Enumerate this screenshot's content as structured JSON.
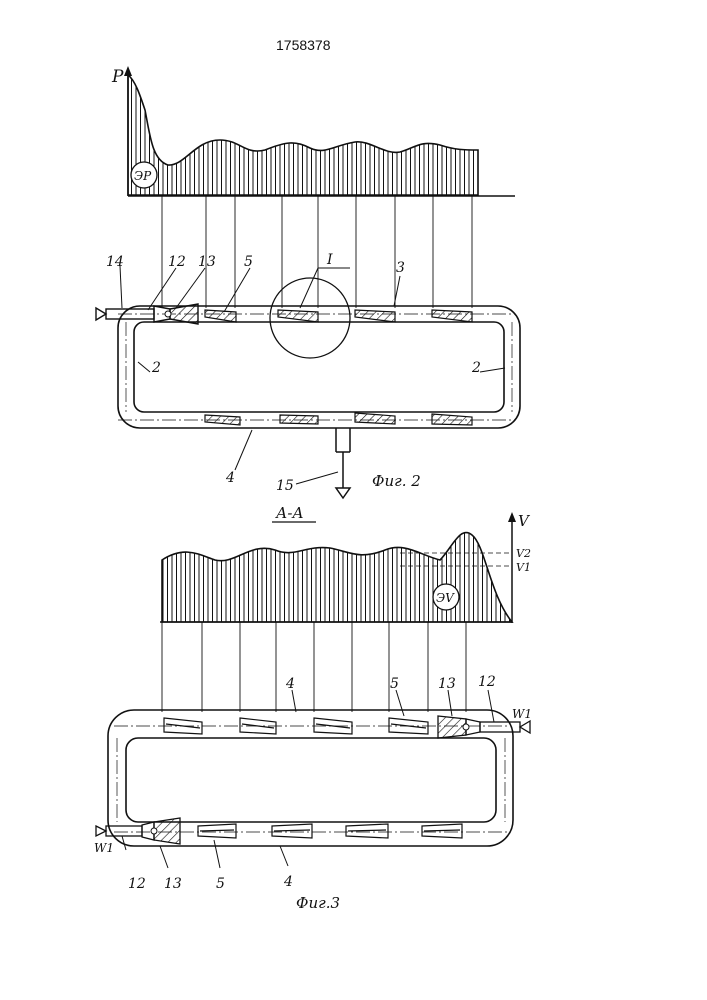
{
  "document": {
    "patent_number": "1758378"
  },
  "figure2": {
    "caption": "Фиг. 2",
    "axis_label": "P",
    "epure_label": "ЭР",
    "callouts": {
      "c14": "14",
      "c12": "12",
      "c13": "13",
      "c5": "5",
      "c3": "3",
      "c2_left": "2",
      "c2_right": "2",
      "c4": "4",
      "c15": "15",
      "detail": "I"
    }
  },
  "figure3": {
    "section_label": "А-А",
    "caption": "Фиг.3",
    "axis_label": "V",
    "epure_label": "ЭV",
    "level_v2": "V2",
    "level_v1": "V1",
    "callouts": {
      "c4_top": "4",
      "c5_top": "5",
      "c13_top": "13",
      "c12_top": "12",
      "w1_right": "W1",
      "w1_left": "W1",
      "c12_bottom": "12",
      "c13_bottom": "13",
      "c5_bottom": "5",
      "c4_bottom": "4"
    }
  },
  "colors": {
    "ink": "#111111",
    "paper": "#ffffff"
  }
}
